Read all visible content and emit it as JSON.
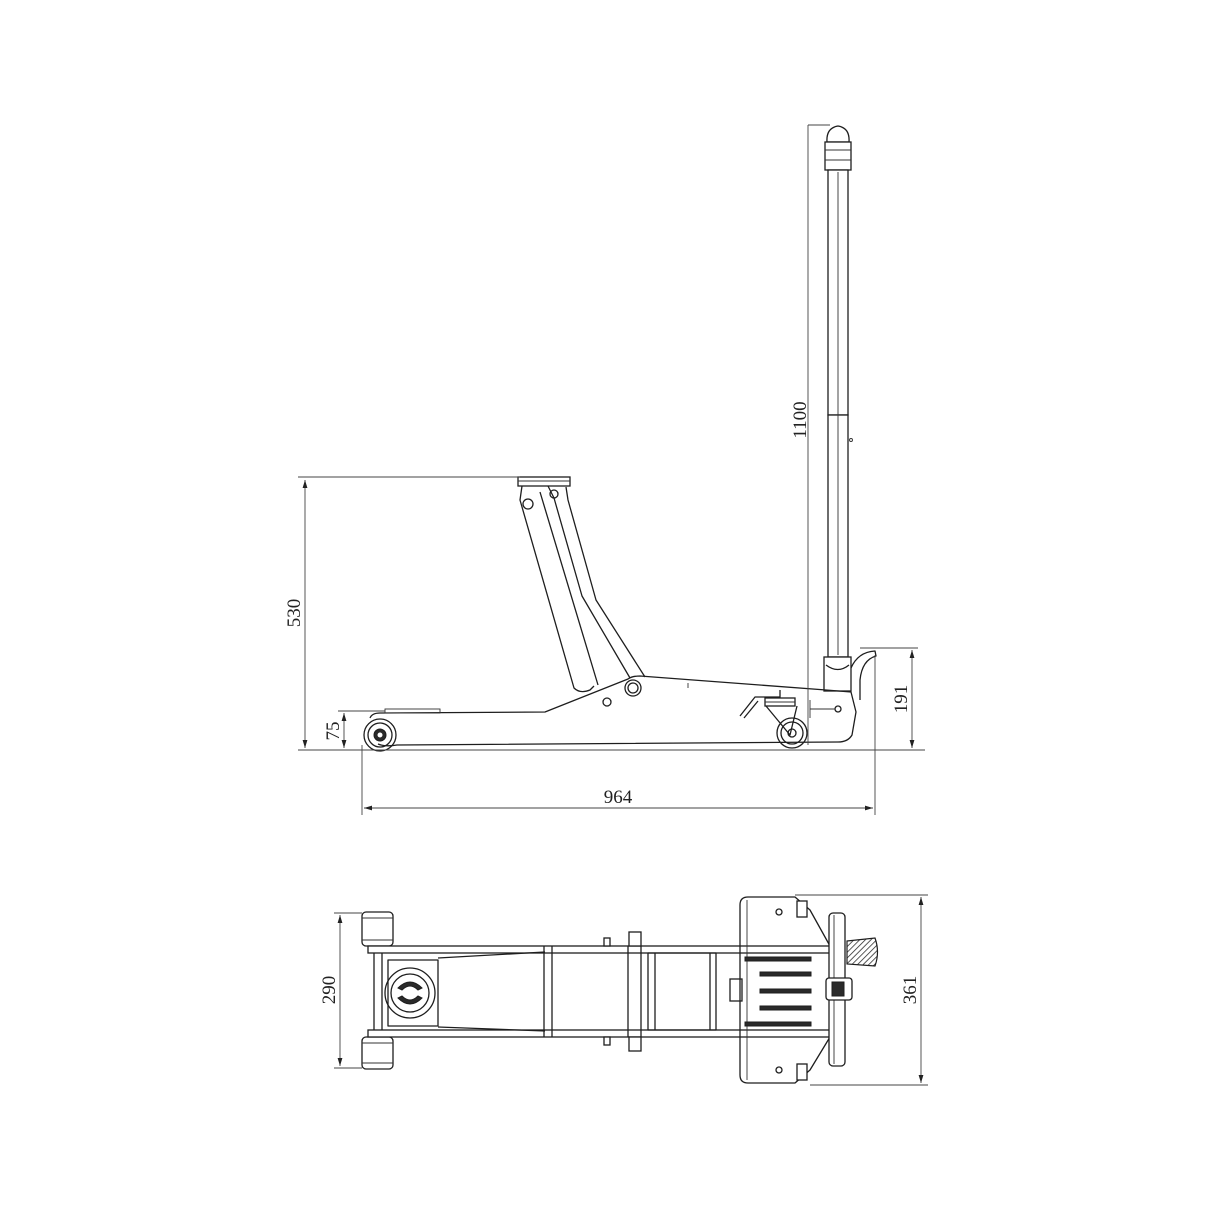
{
  "drawing": {
    "side_view": {
      "dimensions": {
        "handle_height": "1100",
        "max_lift_height": "530",
        "min_height": "75",
        "body_height": "191",
        "overall_length": "964"
      }
    },
    "top_view": {
      "dimensions": {
        "frame_width": "290",
        "overall_width": "361"
      }
    }
  }
}
